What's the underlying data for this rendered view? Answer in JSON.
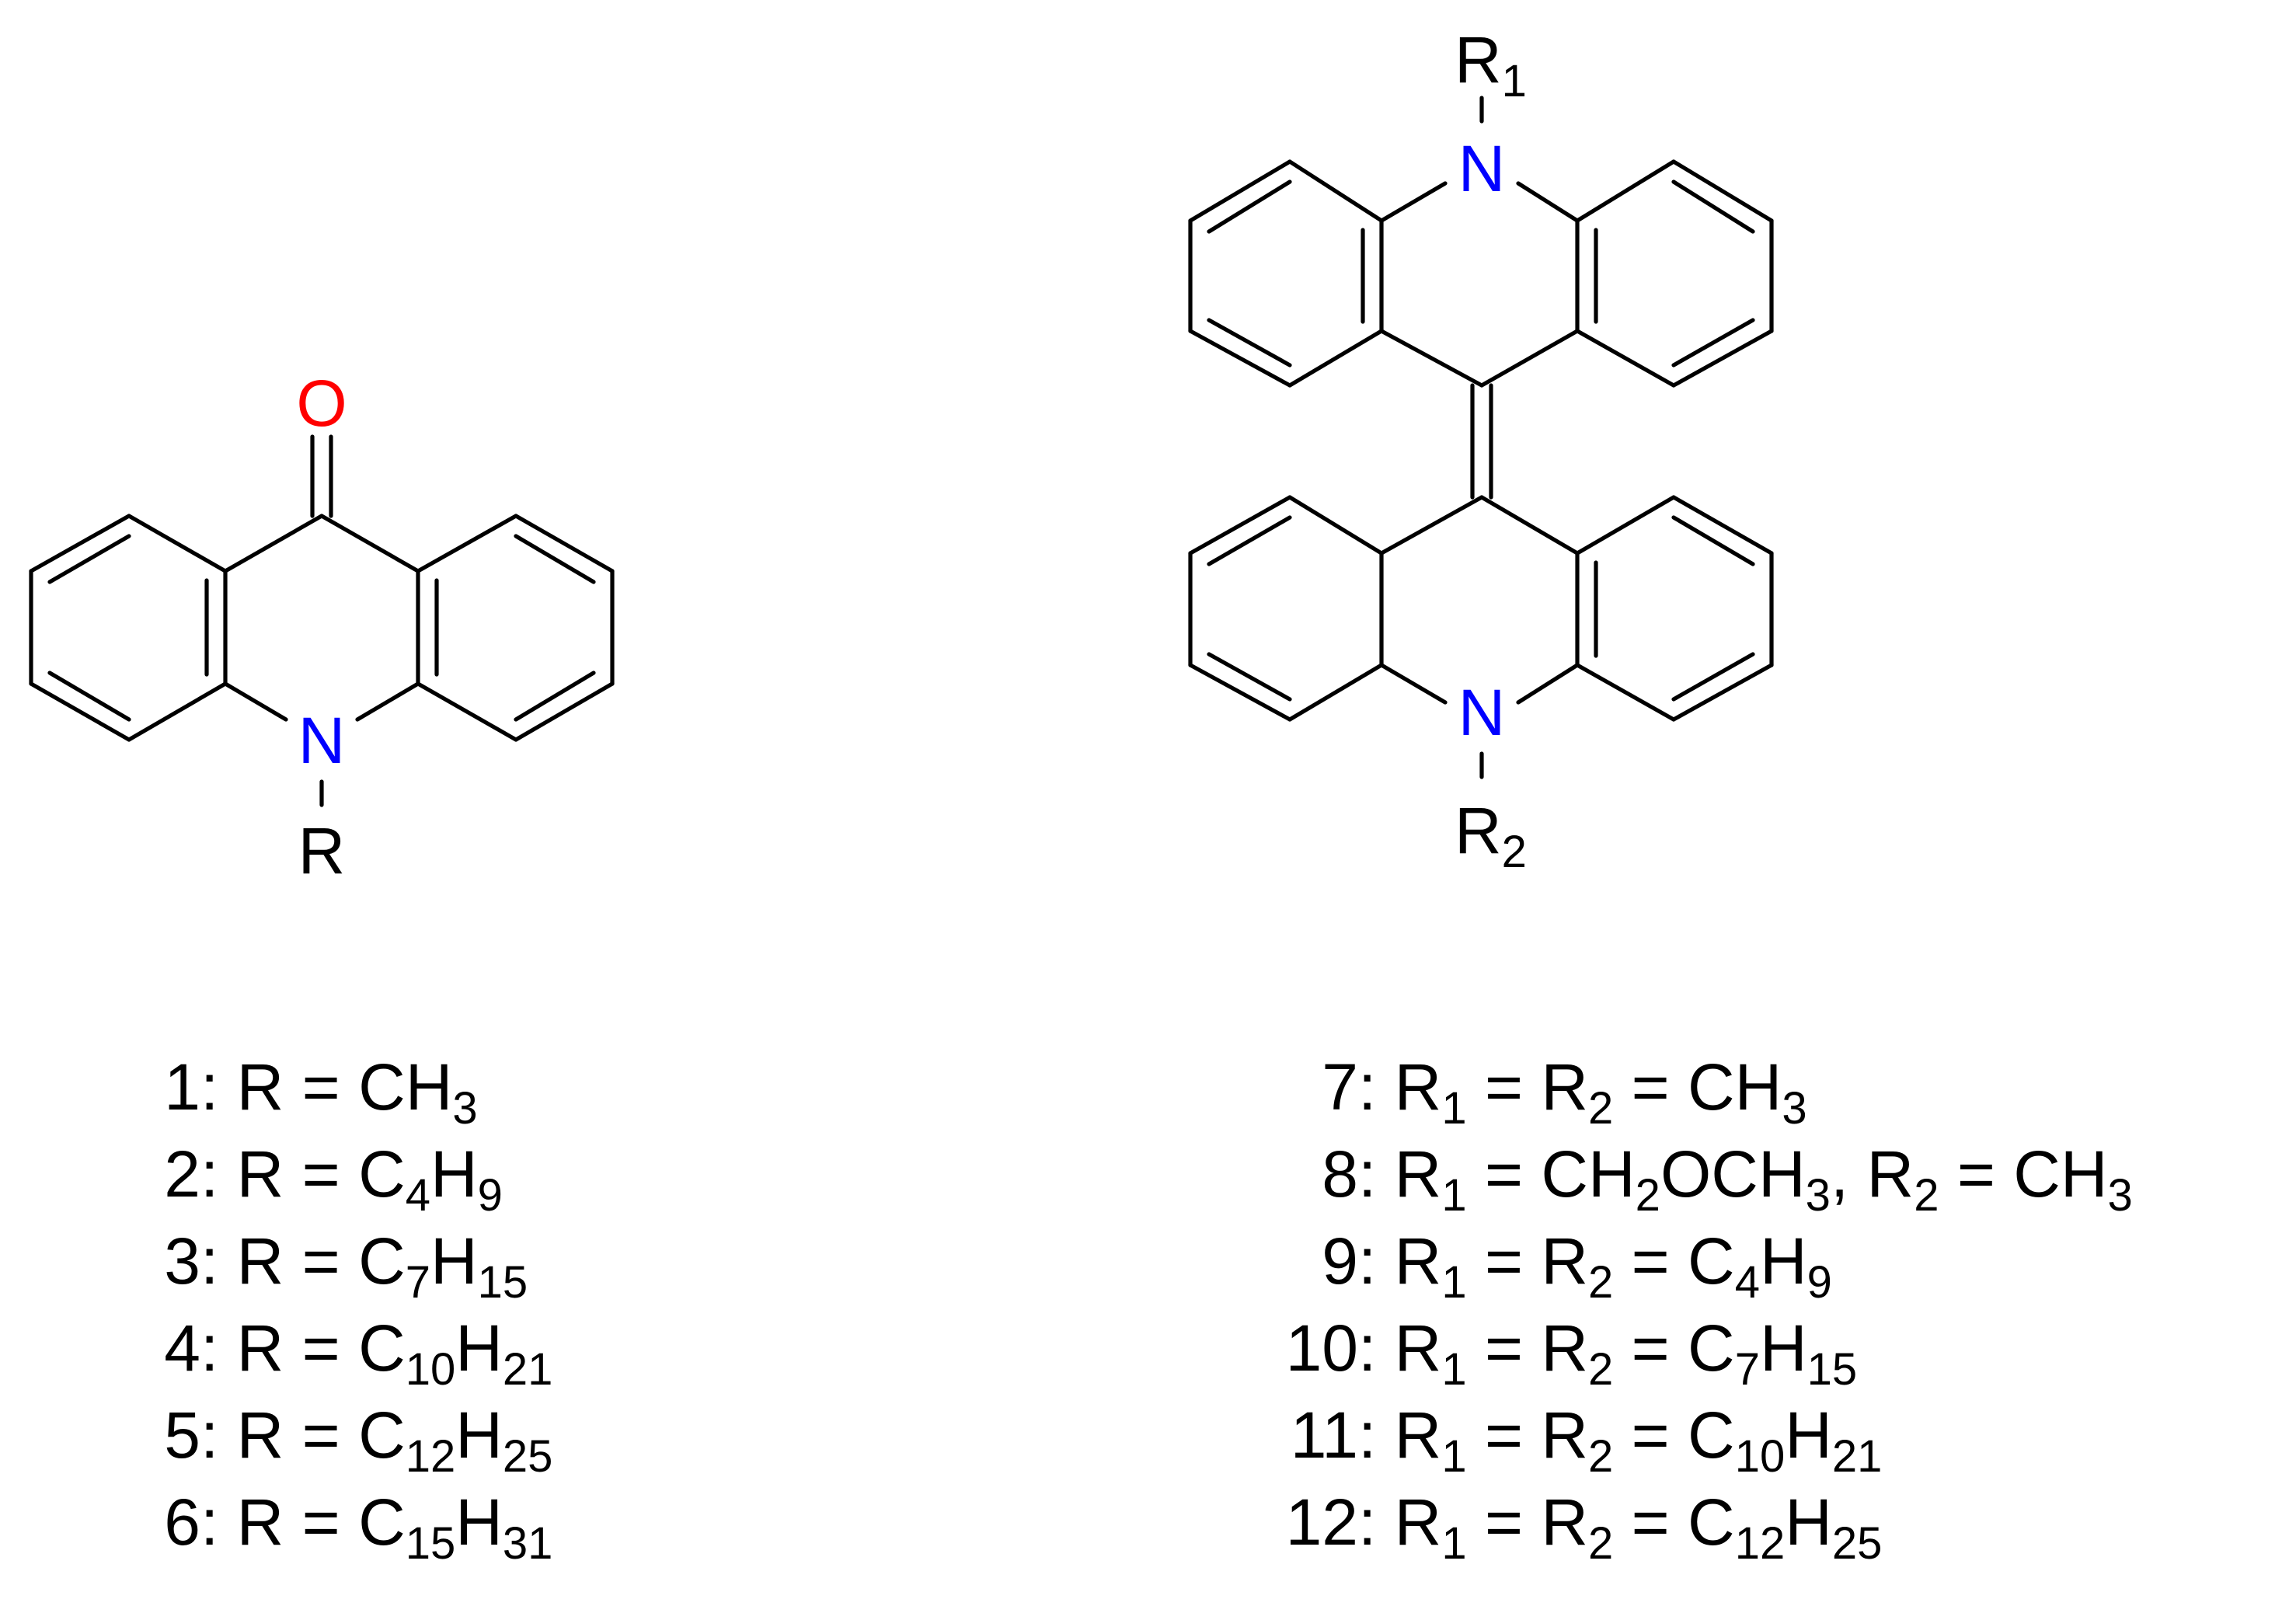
{
  "structure_left": {
    "atom_O": "O",
    "atom_N": "N",
    "atom_R": "R"
  },
  "structure_right": {
    "atom_N_top": "N",
    "atom_N_bottom": "N",
    "R1_base": "R",
    "R1_sub": "1",
    "R2_base": "R",
    "R2_sub": "2"
  },
  "colors": {
    "oxygen": "#ff0000",
    "nitrogen": "#0000ff",
    "bond": "#000000"
  },
  "compounds_left": [
    {
      "num": "1",
      "text": [
        [
          ": R = CH",
          ""
        ],
        [
          "3",
          "sub"
        ]
      ]
    },
    {
      "num": "2",
      "text": [
        [
          ": R = C",
          ""
        ],
        [
          "4",
          "sub"
        ],
        [
          "H",
          ""
        ],
        [
          "9",
          "sub"
        ]
      ]
    },
    {
      "num": "3",
      "text": [
        [
          ": R = C",
          ""
        ],
        [
          "7",
          "sub"
        ],
        [
          "H",
          ""
        ],
        [
          "15",
          "sub"
        ]
      ]
    },
    {
      "num": "4",
      "text": [
        [
          ": R = C",
          ""
        ],
        [
          "10",
          "sub"
        ],
        [
          "H",
          ""
        ],
        [
          "21",
          "sub"
        ]
      ]
    },
    {
      "num": "5",
      "text": [
        [
          ": R = C",
          ""
        ],
        [
          "12",
          "sub"
        ],
        [
          "H",
          ""
        ],
        [
          "25",
          "sub"
        ]
      ]
    },
    {
      "num": "6",
      "text": [
        [
          ": R = C",
          ""
        ],
        [
          "15",
          "sub"
        ],
        [
          "H",
          ""
        ],
        [
          "31",
          "sub"
        ]
      ]
    }
  ],
  "compounds_right": [
    {
      "num": "7",
      "text": [
        [
          ": R",
          ""
        ],
        [
          "1",
          "sub"
        ],
        [
          " = R",
          ""
        ],
        [
          "2",
          "sub"
        ],
        [
          " = CH",
          ""
        ],
        [
          "3",
          "sub"
        ]
      ]
    },
    {
      "num": "8",
      "text": [
        [
          ": R",
          ""
        ],
        [
          "1",
          "sub"
        ],
        [
          " = CH",
          ""
        ],
        [
          "2",
          "sub"
        ],
        [
          "OCH",
          ""
        ],
        [
          "3",
          "sub"
        ],
        [
          ", R",
          ""
        ],
        [
          "2",
          "sub"
        ],
        [
          " = CH",
          ""
        ],
        [
          "3",
          "sub"
        ]
      ]
    },
    {
      "num": "9",
      "text": [
        [
          ": R",
          ""
        ],
        [
          "1",
          "sub"
        ],
        [
          " = R",
          ""
        ],
        [
          "2",
          "sub"
        ],
        [
          " = C",
          ""
        ],
        [
          "4",
          "sub"
        ],
        [
          "H",
          ""
        ],
        [
          "9",
          "sub"
        ]
      ]
    },
    {
      "num": "10",
      "text": [
        [
          ": R",
          ""
        ],
        [
          "1",
          "sub"
        ],
        [
          " = R",
          ""
        ],
        [
          "2",
          "sub"
        ],
        [
          " = C",
          ""
        ],
        [
          "7",
          "sub"
        ],
        [
          "H",
          ""
        ],
        [
          "15",
          "sub"
        ]
      ]
    },
    {
      "num": "11",
      "text": [
        [
          ": R",
          ""
        ],
        [
          "1",
          "sub"
        ],
        [
          " = R",
          ""
        ],
        [
          "2",
          "sub"
        ],
        [
          " = C",
          ""
        ],
        [
          "10",
          "sub"
        ],
        [
          "H",
          ""
        ],
        [
          "21",
          "sub"
        ]
      ]
    },
    {
      "num": "12",
      "text": [
        [
          ": R",
          ""
        ],
        [
          "1",
          "sub"
        ],
        [
          " = R",
          ""
        ],
        [
          "2",
          "sub"
        ],
        [
          " = C",
          ""
        ],
        [
          "12",
          "sub"
        ],
        [
          "H",
          ""
        ],
        [
          "25",
          "sub"
        ]
      ]
    }
  ]
}
